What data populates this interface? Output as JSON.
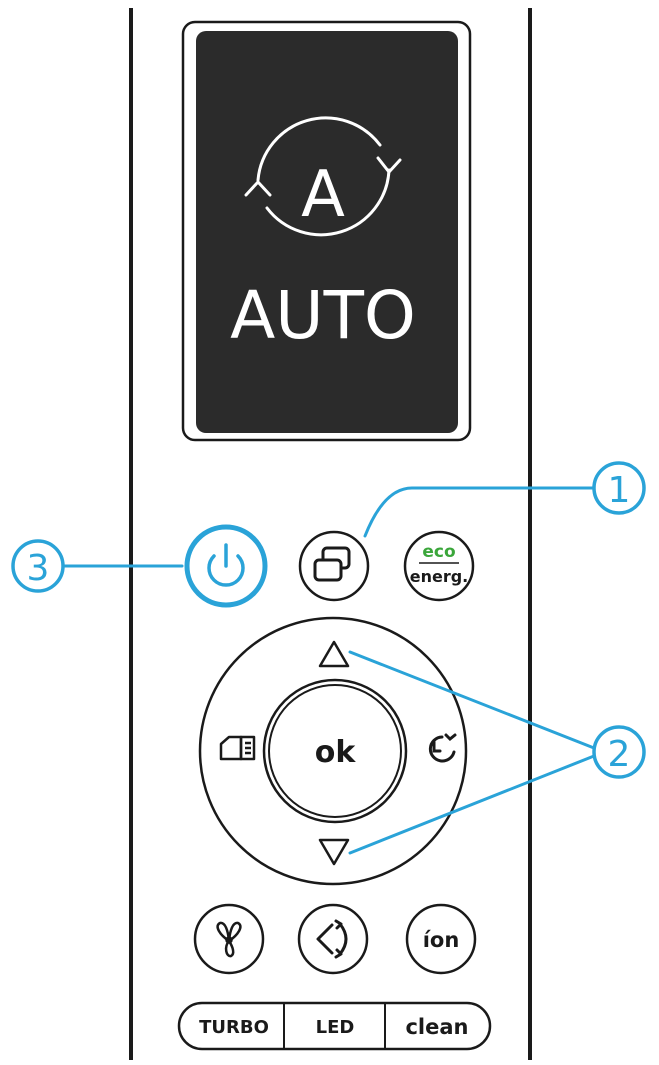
{
  "display": {
    "mode_label": "AUTO",
    "mode_icon": "auto-mode-icon",
    "mode_letter": "A"
  },
  "buttons": {
    "power": {
      "icon": "power-icon",
      "color": "#2aa3d8"
    },
    "mode": {
      "icon": "mode-cycle-icon"
    },
    "eco": {
      "line1": "eco",
      "line2": "energ.",
      "line1_color": "#3aa63a"
    },
    "ok": {
      "label": "ok"
    },
    "up": {
      "icon": "triangle-up-icon"
    },
    "down": {
      "icon": "triangle-down-icon"
    },
    "left": {
      "icon": "menu-list-icon"
    },
    "right": {
      "icon": "timer-icon"
    },
    "fan": {
      "icon": "fan-icon"
    },
    "swing": {
      "icon": "swing-icon"
    },
    "ion": {
      "label": "íon"
    },
    "turbo": {
      "label": "TURBO"
    },
    "led": {
      "label": "LED"
    },
    "clean": {
      "label": "clean"
    }
  },
  "callouts": [
    {
      "number": "1",
      "color": "#2aa3d8"
    },
    {
      "number": "2",
      "color": "#2aa3d8"
    },
    {
      "number": "3",
      "color": "#2aa3d8"
    }
  ]
}
